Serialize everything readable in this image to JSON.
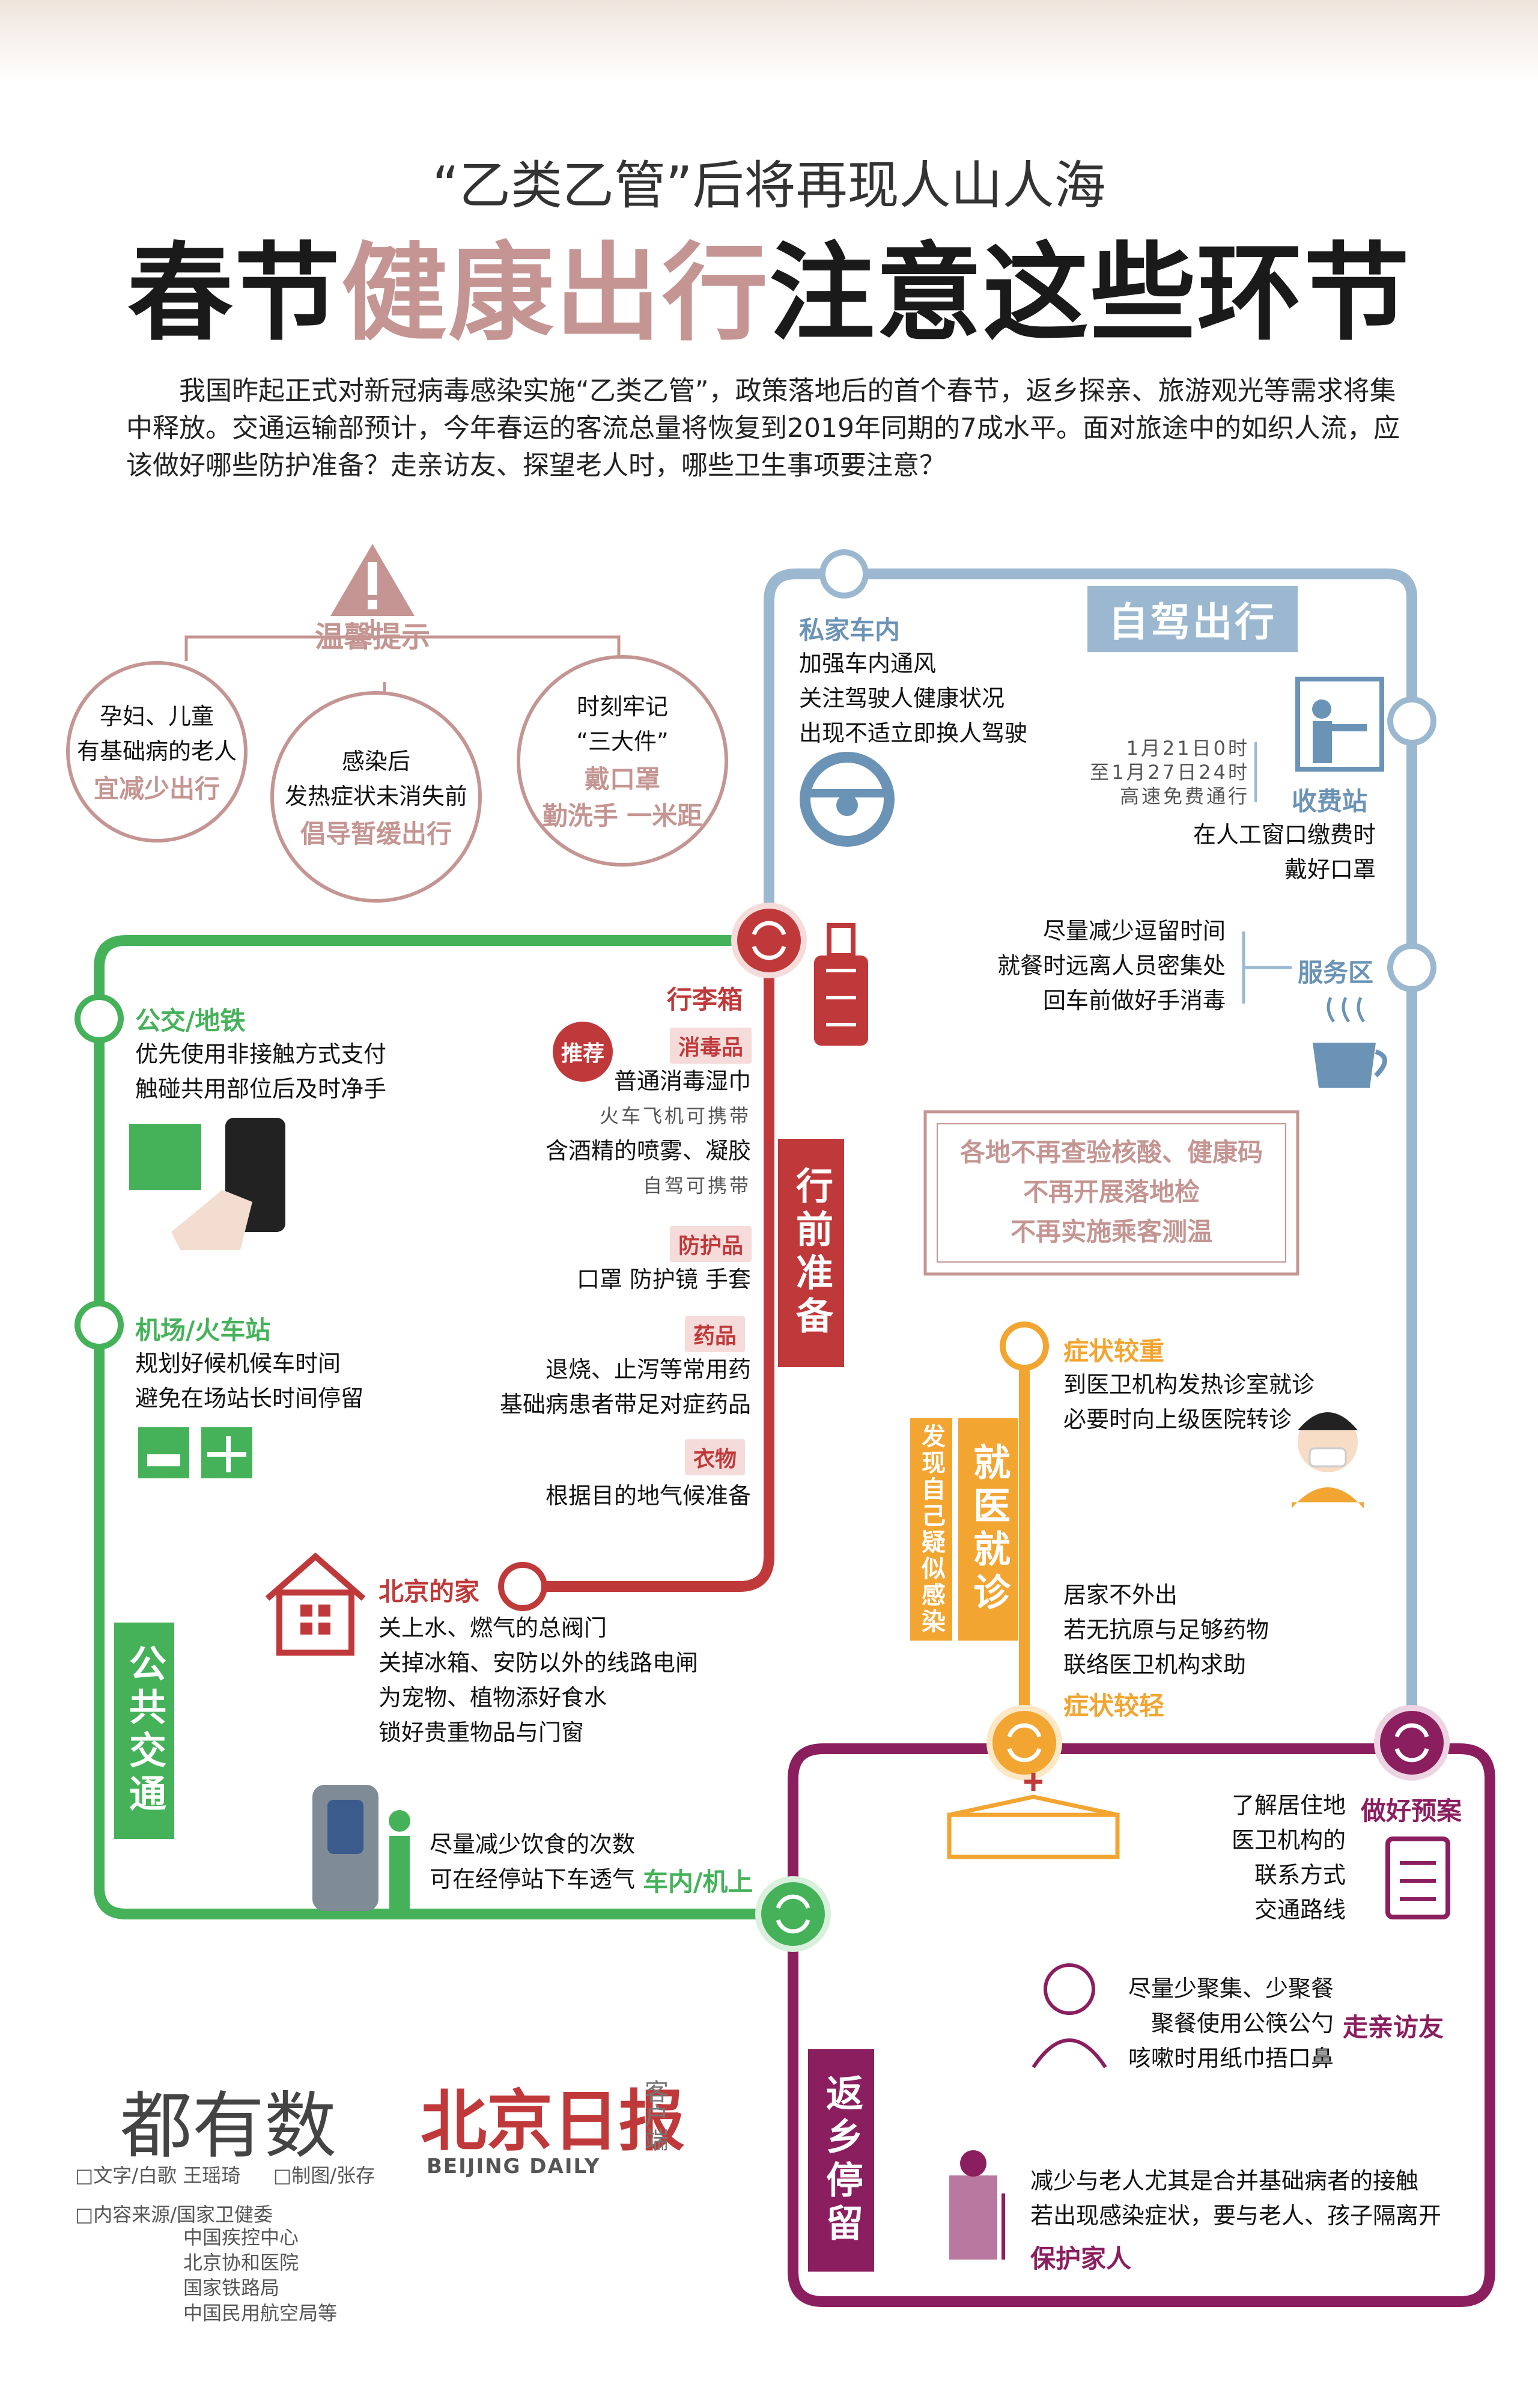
{
  "header": {
    "subtitle": "“乙类乙管”后将再现人山人海",
    "title_part1": "春节",
    "title_part2": "健康出行",
    "title_part3": "注意这些环节",
    "intro": "我国昨起正式对新冠病毒感染实施“乙类乙管”，政策落地后的首个春节，返乡探亲、旅游观光等需求将集中释放。交通运输部预计，今年春运的客流总量将恢复到2019年同期的7成水平。面对旅途中的如织人流，应该做好哪些防护准备？走亲访友、探望老人时，哪些卫生事项要注意？"
  },
  "tips": {
    "heading": "温馨提示",
    "c1": {
      "l1": "孕妇、儿童",
      "l2": "有基础病的老人",
      "hl": "宜减少出行"
    },
    "c2": {
      "l1": "感染后",
      "l2": "发热症状未消失前",
      "hl": "倡导暂缓出行"
    },
    "c3": {
      "l1": "时刻牢记",
      "l2": "“三大件”",
      "hl1": "戴口罩",
      "hl2": "勤洗手  一米距"
    }
  },
  "self_drive": {
    "label": "自驾出行",
    "car_title": "私家车内",
    "car_items": [
      "加强车内通风",
      "关注驾驶人健康状况",
      "出现不适立即换人驾驶"
    ],
    "toll_free": [
      "1月21日0时",
      "至1月27日24时",
      "高速免费通行"
    ],
    "toll_title": "收费站",
    "toll_items": [
      "在人工窗口缴费时",
      "戴好口罩"
    ],
    "service_title": "服务区",
    "service_items": [
      "尽量减少逗留时间",
      "就餐时远离人员密集处",
      "回车前做好手消毒"
    ]
  },
  "policy": {
    "l1": "各地不再查验核酸、健康码",
    "l2": "不再开展落地检",
    "l3": "不再实施乘客测温"
  },
  "public": {
    "label": "公共交通",
    "bus_title": "公交/地铁",
    "bus_items": [
      "优先使用非接触方式支付",
      "触碰共用部位后及时净手"
    ],
    "station_title": "机场/火车站",
    "station_items": [
      "规划好候机候车时间",
      "避免在场站长时间停留"
    ],
    "onboard_title": "车内/机上",
    "onboard_items": [
      "尽量减少饮食的次数",
      "可在经停站下车透气"
    ]
  },
  "prep": {
    "label": "行前准备",
    "luggage_title": "行李箱",
    "recommend": "推荐",
    "cat1": "消毒品",
    "cat1_items": [
      "普通消毒湿巾",
      "火车飞机可携带",
      "含酒精的喷雾、凝胶",
      "自驾可携带"
    ],
    "cat2": "防护品",
    "cat2_items": [
      "口罩  防护镜  手套"
    ],
    "cat3": "药品",
    "cat3_items": [
      "退烧、止泻等常用药",
      "基础病患者带足对症药品"
    ],
    "cat4": "衣物",
    "cat4_items": [
      "根据目的地气候准备"
    ],
    "home_title": "北京的家",
    "home_items": [
      "关上水、燃气的总阀门",
      "关掉冰箱、安防以外的线路电闸",
      "为宠物、植物添好食水",
      "锁好贵重物品与门窗"
    ]
  },
  "medical": {
    "label": "就医就诊",
    "side_label": "发现自己疑似感染",
    "severe_title": "症状较重",
    "severe_items": [
      "到医卫机构发热诊室就诊",
      "必要时向上级医院转诊"
    ],
    "mild_items": [
      "居家不外出",
      "若无抗原与足够药物",
      "联络医卫机构求助"
    ],
    "mild_title": "症状较轻"
  },
  "home_stay": {
    "label": "返乡停留",
    "plan_title": "做好预案",
    "plan_items": [
      "了解居住地",
      "医卫机构的",
      "联系方式",
      "交通路线"
    ],
    "visit_title": "走亲访友",
    "visit_items": [
      "尽量少聚集、少聚餐",
      "聚餐使用公筷公勺",
      "咳嗽时用纸巾捂口鼻"
    ],
    "protect_items": [
      "减少与老人尤其是合并基础病者的接触",
      "若出现感染症状，要与老人、孩子隔离开"
    ],
    "protect_title": "保护家人"
  },
  "credits": {
    "brand": "都有数",
    "paper": "北京日报",
    "paper_en": "BEIJING DAILY",
    "paper_side": "客户端",
    "text_credit": "□文字/白歌  王瑶琦",
    "image_credit": "□制图/张存",
    "source_label": "□内容来源/国家卫健委",
    "sources": [
      "中国疾控中心",
      "北京协和医院",
      "国家铁路局",
      "中国民用航空局等"
    ]
  },
  "colors": {
    "green": "#45b25a",
    "red": "#c0393a",
    "blue": "#9bb8d0",
    "orange": "#f2a531",
    "purple": "#8b1e5f",
    "pink": "#c49592"
  }
}
